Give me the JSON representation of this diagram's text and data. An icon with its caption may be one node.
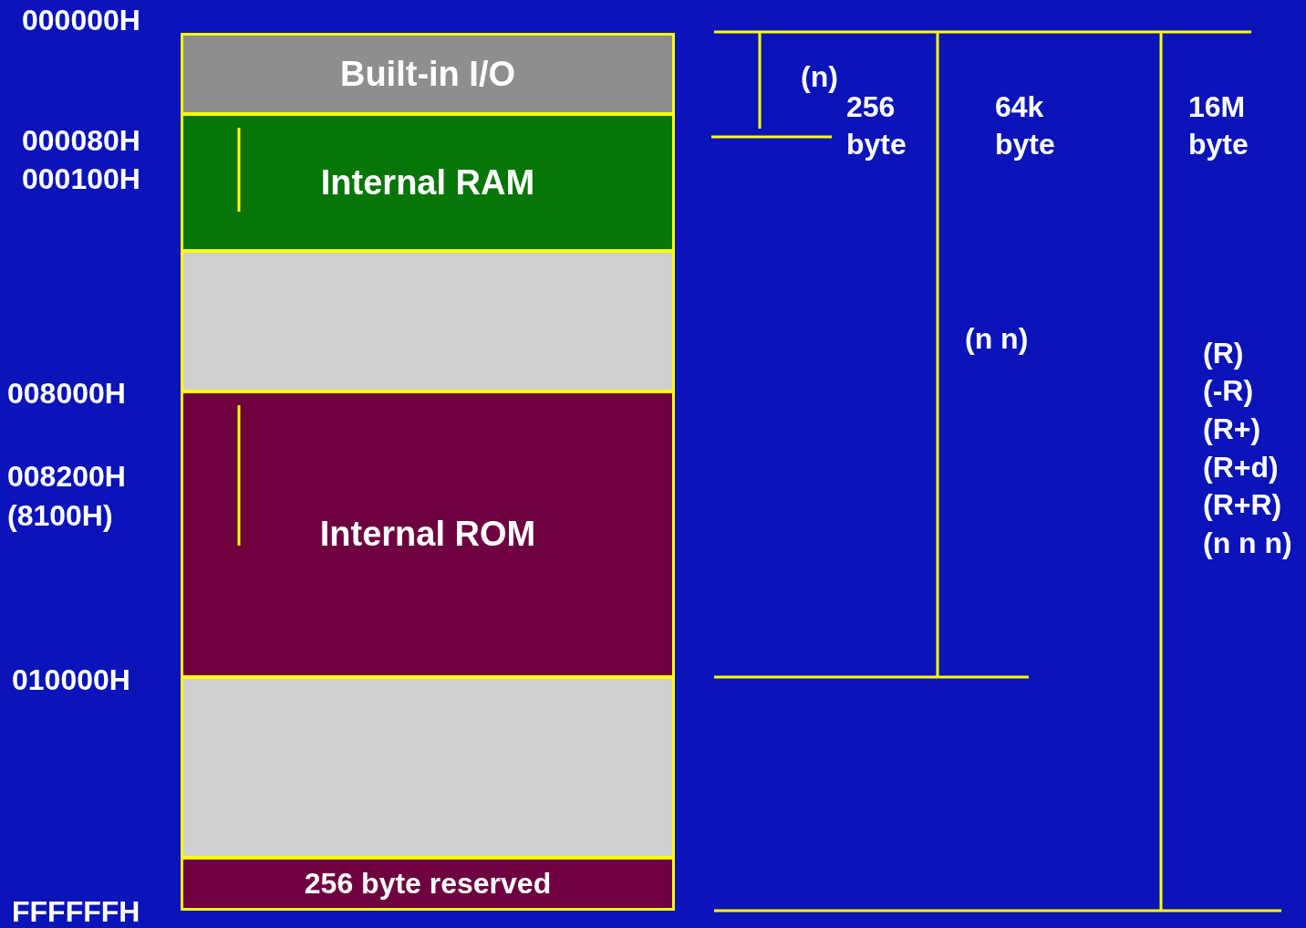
{
  "diagram": {
    "nodes": [
      {
        "text": [
          "Built-in I/O"
        ]
      },
      {
        "text": [
          "Internal RAM"
        ]
      },
      {
        "text": [],
        "shape": "box"
      },
      {
        "text": [
          "Internal ROM"
        ]
      },
      {
        "text": [],
        "shape": "box"
      },
      {
        "text": [
          "256 byte reserved"
        ]
      }
    ],
    "labels": [
      "000000H",
      "(n)",
      "256 byte",
      "64k byte",
      "16M byte",
      "000080H",
      "000100H",
      "(n n)",
      "(R)",
      "(-R)",
      "(R+)",
      "(R+d)",
      "(R+R)",
      "(n n n)",
      "008000H",
      "008200H",
      "(8100H)",
      "010000H",
      "FFFFFFH"
    ]
  }
}
